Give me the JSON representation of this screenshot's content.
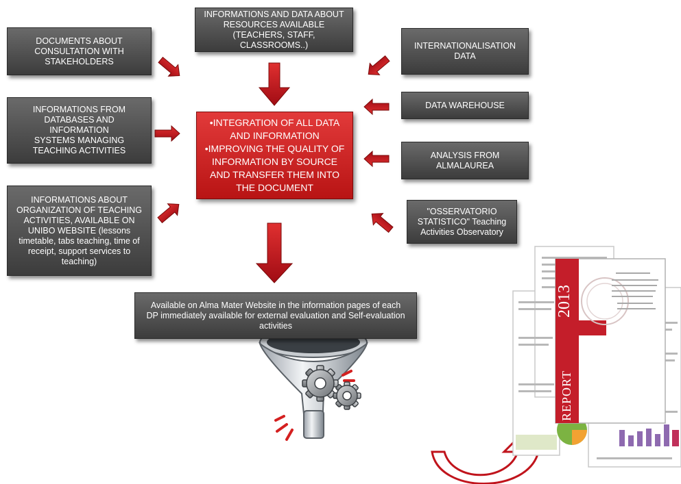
{
  "boxes": {
    "consultation": "DOCUMENTS ABOUT CONSULTATION WITH STAKEHOLDERS",
    "resources": "INFORMATIONS AND DATA ABOUT RESOURCES AVAILABLE (TEACHERS, STAFF, CLASSROOMS..)",
    "internationalisation": "INTERNATIONALISATION DATA",
    "databases": "INFORMATIONS FROM DATABASES AND INFORMATION SYSTEMS MANAGING TEACHING ACTIVITIES",
    "data_warehouse": "DATA WAREHOUSE",
    "almalaurea": "ANALYSIS FROM ALMALAUREA",
    "organization": "INFORMATIONS ABOUT ORGANIZATION OF TEACHING ACTIVITIES, AVAILABLE ON UNIBO WEBSITE (lessons timetable, tabs teaching, time of receipt, support services to teaching)",
    "observatorio": "\"OSSERVATORIO STATISTICO\" Teaching Activities Observatory",
    "output": "Available on Alma Mater Website in the information pages of each DP immediately available for external evaluation and Self-evaluation activities"
  },
  "center": {
    "line1": "•INTEGRATION OF ALL DATA AND INFORMATION",
    "line2": "•IMPROVING THE QUALITY OF INFORMATION BY SOURCE AND TRANSFER THEM  INTO THE DOCUMENT"
  },
  "report": {
    "year": "2013",
    "label": "REPORT"
  },
  "colors": {
    "box_dark": "#4a4a4a",
    "center_red": "#d42020",
    "arrow_red": "#c0141c"
  }
}
